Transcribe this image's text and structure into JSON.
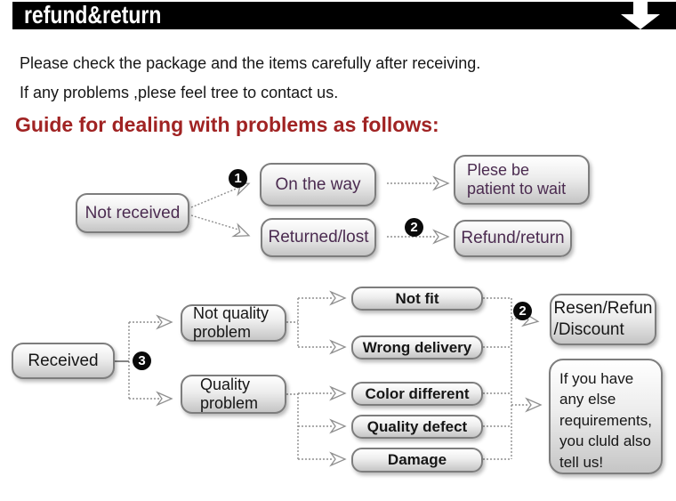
{
  "banner": {
    "title": "refund&return",
    "arrow_icon": "down-arrow"
  },
  "intro": {
    "line1": "Please check the package and the items carefully after receiving.",
    "line2": "If any problems ,plese feel tree to contact us.",
    "heading": "Guide for dealing with problems as follows:"
  },
  "flow_not_received": {
    "start": "Not received",
    "step1_badge": "1",
    "on_the_way": "On the way",
    "patient_wait": "Plese be\npatient to wait",
    "returned_lost": "Returned/lost",
    "step2_badge": "2",
    "refund_return": "Refund/return"
  },
  "flow_received": {
    "start": "Received",
    "step3_badge": "3",
    "not_quality_problem": "Not quality\nproblem",
    "quality_problem": "Quality\nproblem",
    "not_fit": "Not fit",
    "wrong_delivery": "Wrong delivery",
    "color_different": "Color different",
    "quality_defect": "Quality defect",
    "damage": "Damage",
    "step2_badge": "2",
    "resolution": "Resen/Refun\n/Discount",
    "note": "If you have\nany else\nrequirements,\nyou cluld also\ntell us!"
  },
  "colors": {
    "banner_bg": "#000000",
    "heading_red": "#a02323",
    "flow1_text_purple": "#4b2b50",
    "box_border_gray": "#7d7d7d",
    "connector_gray": "#8f8f8f"
  }
}
